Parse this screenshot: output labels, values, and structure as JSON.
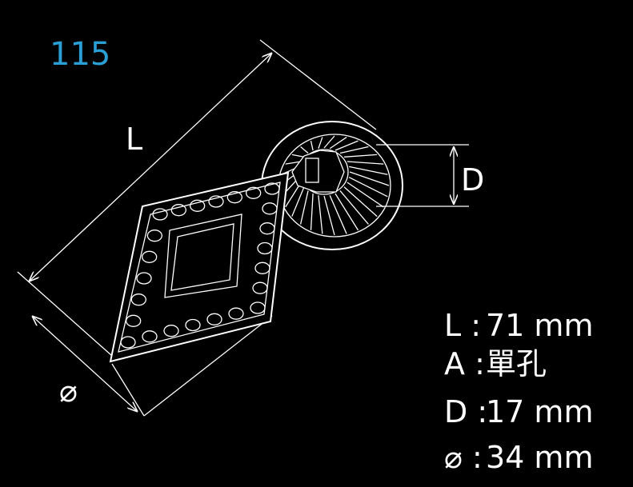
{
  "model_number": "115",
  "dimension_labels": {
    "length": "L",
    "depth": "D",
    "diameter": "⌀"
  },
  "specs": [
    {
      "key": "L :",
      "value": "71 mm"
    },
    {
      "key": "A :",
      "value": "單孔"
    },
    {
      "key": "D :",
      "value": "17 mm"
    },
    {
      "key": "⌀ :",
      "value": "34 mm"
    }
  ],
  "colors": {
    "background": "#000000",
    "line": "#ffffff",
    "model_number": "#2a9fd6"
  }
}
